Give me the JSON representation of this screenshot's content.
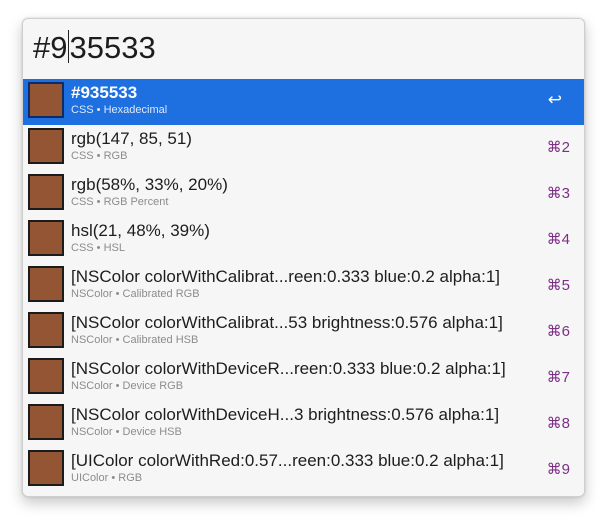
{
  "search": {
    "query_before_caret": "#9",
    "query_after_caret": "35533"
  },
  "swatch_color": "#935533",
  "results": [
    {
      "title": "#935533",
      "subtitle": "CSS • Hexadecimal",
      "shortcut": "↩",
      "selected": true
    },
    {
      "title": "rgb(147, 85, 51)",
      "subtitle": "CSS • RGB",
      "shortcut": "⌘2"
    },
    {
      "title": "rgb(58%, 33%, 20%)",
      "subtitle": "CSS • RGB Percent",
      "shortcut": "⌘3"
    },
    {
      "title": "hsl(21, 48%, 39%)",
      "subtitle": "CSS • HSL",
      "shortcut": "⌘4"
    },
    {
      "title": "[NSColor colorWithCalibrat...reen:0.333 blue:0.2 alpha:1]",
      "subtitle": "NSColor • Calibrated RGB",
      "shortcut": "⌘5"
    },
    {
      "title": "[NSColor colorWithCalibrat...53 brightness:0.576 alpha:1]",
      "subtitle": "NSColor • Calibrated HSB",
      "shortcut": "⌘6"
    },
    {
      "title": "[NSColor colorWithDeviceR...reen:0.333 blue:0.2 alpha:1]",
      "subtitle": "NSColor • Device RGB",
      "shortcut": "⌘7"
    },
    {
      "title": "[NSColor colorWithDeviceH...3 brightness:0.576 alpha:1]",
      "subtitle": "NSColor • Device HSB",
      "shortcut": "⌘8"
    },
    {
      "title": "[UIColor colorWithRed:0.57...reen:0.333 blue:0.2 alpha:1]",
      "subtitle": "UIColor • RGB",
      "shortcut": "⌘9"
    }
  ]
}
